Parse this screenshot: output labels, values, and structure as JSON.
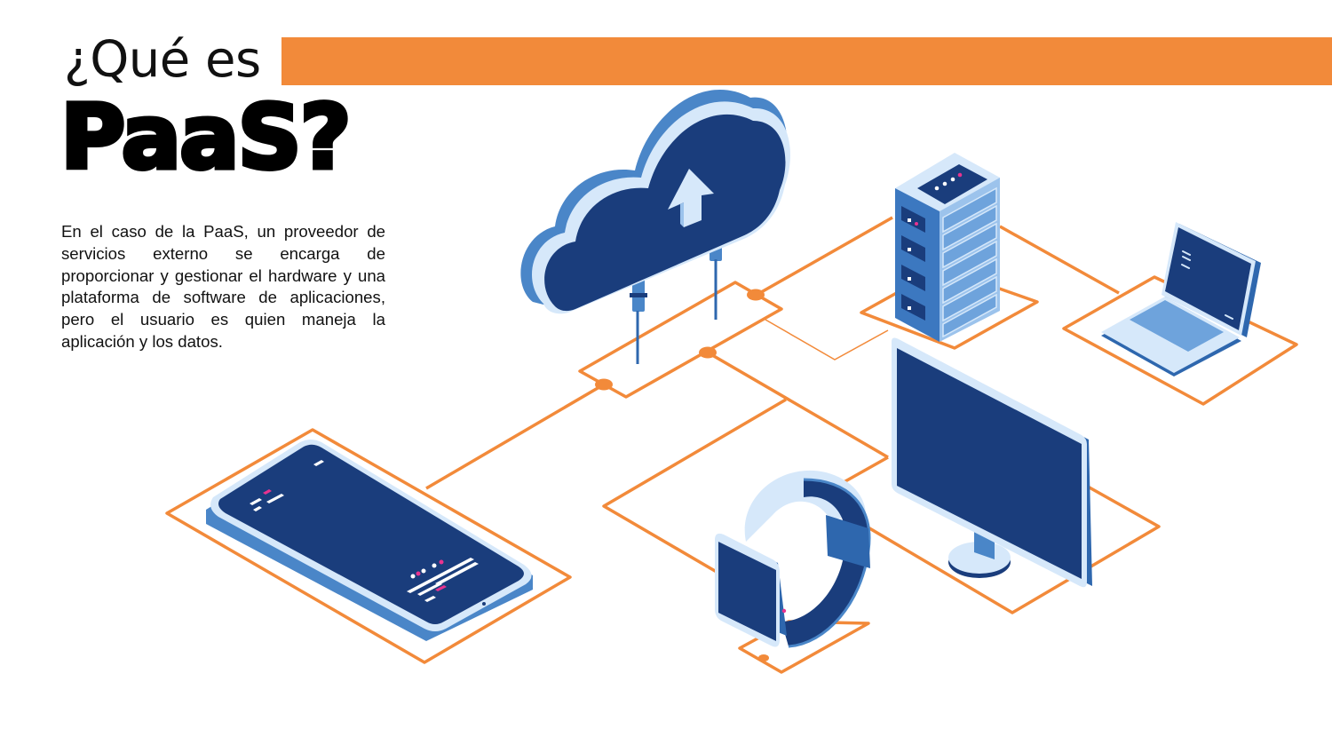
{
  "heading": {
    "line1": "¿Qué es",
    "line2": "PaaS?"
  },
  "description": "En el caso de la PaaS, un proveedor de servicios externo se encarga de proporcionar y gestionar el hardware y una plataforma de software de aplicaciones, pero el usuario es quien maneja la aplicación y los datos.",
  "illustration": {
    "elements": [
      "cloud-upload",
      "server-rack",
      "laptop",
      "smartphone",
      "smartwatch",
      "desktop-monitor"
    ],
    "connection_color": "#F28A3A"
  },
  "colors": {
    "accent_orange": "#F28A3A",
    "navy": "#1A3D7C",
    "mid_blue": "#4A86C8",
    "light_blue": "#D6E8FA",
    "pink": "#E8338F",
    "text": "#111111"
  }
}
